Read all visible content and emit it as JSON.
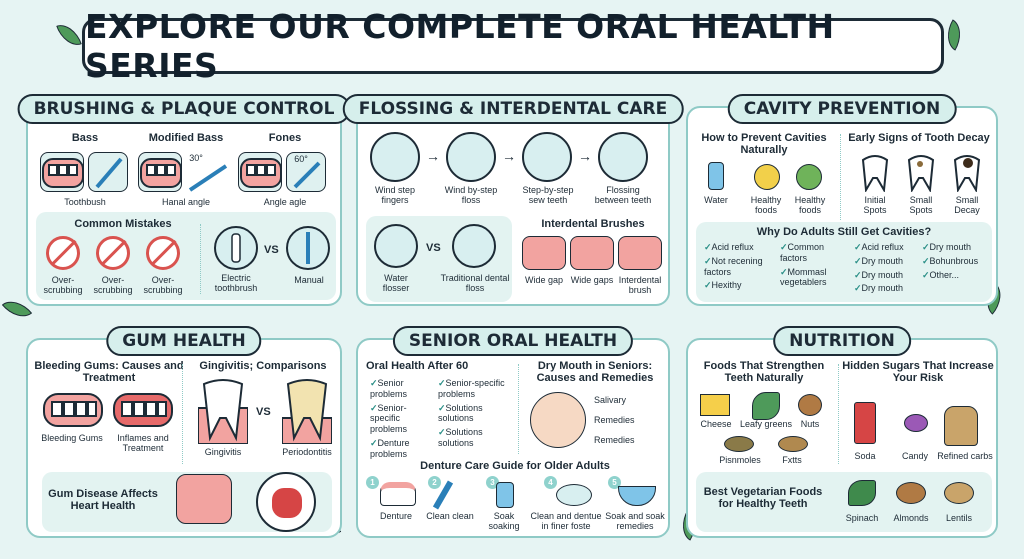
{
  "title": "EXPLORE OUR COMPLETE ORAL HEALTH SERIES",
  "brushing": {
    "title": "BRUSHING & PLAQUE CONTROL",
    "methods": [
      {
        "name": "Bass",
        "caption": "Toothbush"
      },
      {
        "name": "Modified Bass",
        "caption": "Hanal angle",
        "angle": "30°"
      },
      {
        "name": "Fones",
        "caption": "Angle agle",
        "angle": "60°"
      }
    ],
    "mistakes_title": "Common Mistakes",
    "mistakes": [
      "Over-\nscrubbing",
      "Over-\nscrubbing",
      "Over-\nscrubbing"
    ],
    "electric": "Electric toothbrush",
    "vs": "VS",
    "manual": "Manual"
  },
  "flossing": {
    "title": "FLOSSING & INTERDENTAL CARE",
    "steps": [
      "Wind step fingers",
      "Wind by-step floss",
      "Step-by-step sew teeth",
      "Flossing between teeth"
    ],
    "water": "Water flosser",
    "vs": "VS",
    "traditional": "Traditional dental floss",
    "brushes_title": "Interdental Brushes",
    "brushes": [
      "Wide gap",
      "Wide gaps",
      "Interdental brush"
    ]
  },
  "cavity": {
    "title": "CAVITY PREVENTION",
    "prevent_title": "How to Prevent Cavities Naturally",
    "prevent": [
      "Water",
      "Healthy foods",
      "Healthy foods"
    ],
    "signs_title": "Early Signs of Tooth Decay",
    "signs": [
      "Initial Spots",
      "Small Spots",
      "Small Decay"
    ],
    "why_title": "Why Do Adults Still Get Cavities?",
    "why_col1": [
      "Acid reflux",
      "Not recening factors",
      "Hexithy"
    ],
    "why_col2": [
      "Common factors",
      "Mommasl vegetablers"
    ],
    "why_col3": [
      "Acid reflux",
      "Dry mouth",
      "Dry mouth",
      "Dry mouth"
    ],
    "why_col4": [
      "Dry mouth",
      "Bohunbrous",
      "Other..."
    ]
  },
  "gum": {
    "title": "GUM HEALTH",
    "bleeding_title": "Bleeding Gums: Causes and Treatment",
    "bleeding": [
      "Bleeding Gums",
      "Inflames and Treatment"
    ],
    "gingi_title": "Gingivitis; Comparisons",
    "gingivitis": "Gingivitis",
    "vs": "VS",
    "perio": "Periodontitis",
    "heart": "Gum Disease Affects Heart Health"
  },
  "senior": {
    "title": "SENIOR ORAL HEALTH",
    "after60_title": "Oral Health After 60",
    "col1": [
      "Senior problems",
      "Senior-specific problems",
      "Denture problems"
    ],
    "col2": [
      "Senior-specific problems",
      "Solutions solutions",
      "Solutions solutions"
    ],
    "dry_title": "Dry Mouth in Seniors: Causes and Remedies",
    "dry": [
      "Salivary",
      "Remedies",
      "Remedies"
    ],
    "denture_title": "Denture Care Guide for Older Adults",
    "denture_steps": [
      {
        "n": "1",
        "label": "Denture"
      },
      {
        "n": "2",
        "label": "Clean clean"
      },
      {
        "n": "3",
        "label": "Soak soaking"
      },
      {
        "n": "4",
        "label": "Clean and dentue in finer foste"
      },
      {
        "n": "5",
        "label": "Soak and soak remedies"
      }
    ]
  },
  "nutrition": {
    "title": "NUTRITION",
    "strong_title": "Foods That Strengthen Teeth Naturally",
    "strong": [
      "Cheese",
      "Leafy greens",
      "Nuts",
      "Pisnmoles",
      "Fxtts"
    ],
    "sugar_title": "Hidden Sugars That Increase Your Risk",
    "sugar": [
      "Soda",
      "Candy",
      "Refined carbs"
    ],
    "veg_title": "Best Vegetarian Foods for Healthy Teeth",
    "veg": [
      "Spinach",
      "Almonds",
      "Lentils"
    ]
  },
  "colors": {
    "accent": "#8fcac6",
    "gum": "#f2a3a0",
    "bg": "#e6f4f3"
  }
}
